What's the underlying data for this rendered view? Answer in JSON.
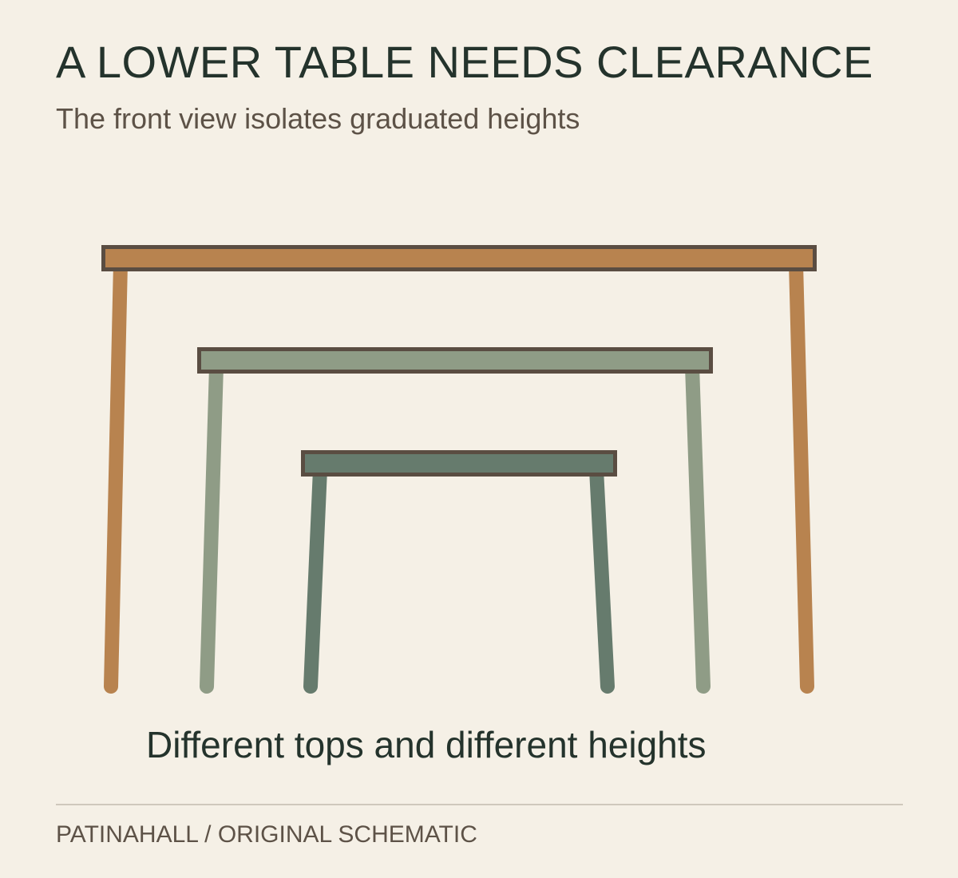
{
  "header": {
    "title": "A LOWER TABLE NEEDS CLEARANCE",
    "subtitle": "The front view isolates graduated heights"
  },
  "diagram": {
    "caption": "Different tops and different heights",
    "outline_color": "#5a4d42",
    "tables": [
      {
        "name": "tall-table",
        "color": "#b8834f"
      },
      {
        "name": "middle-table",
        "color": "#8f9c86"
      },
      {
        "name": "low-table",
        "color": "#667b6d"
      }
    ]
  },
  "footer": {
    "credit": "PATINAHALL / ORIGINAL SCHEMATIC"
  }
}
